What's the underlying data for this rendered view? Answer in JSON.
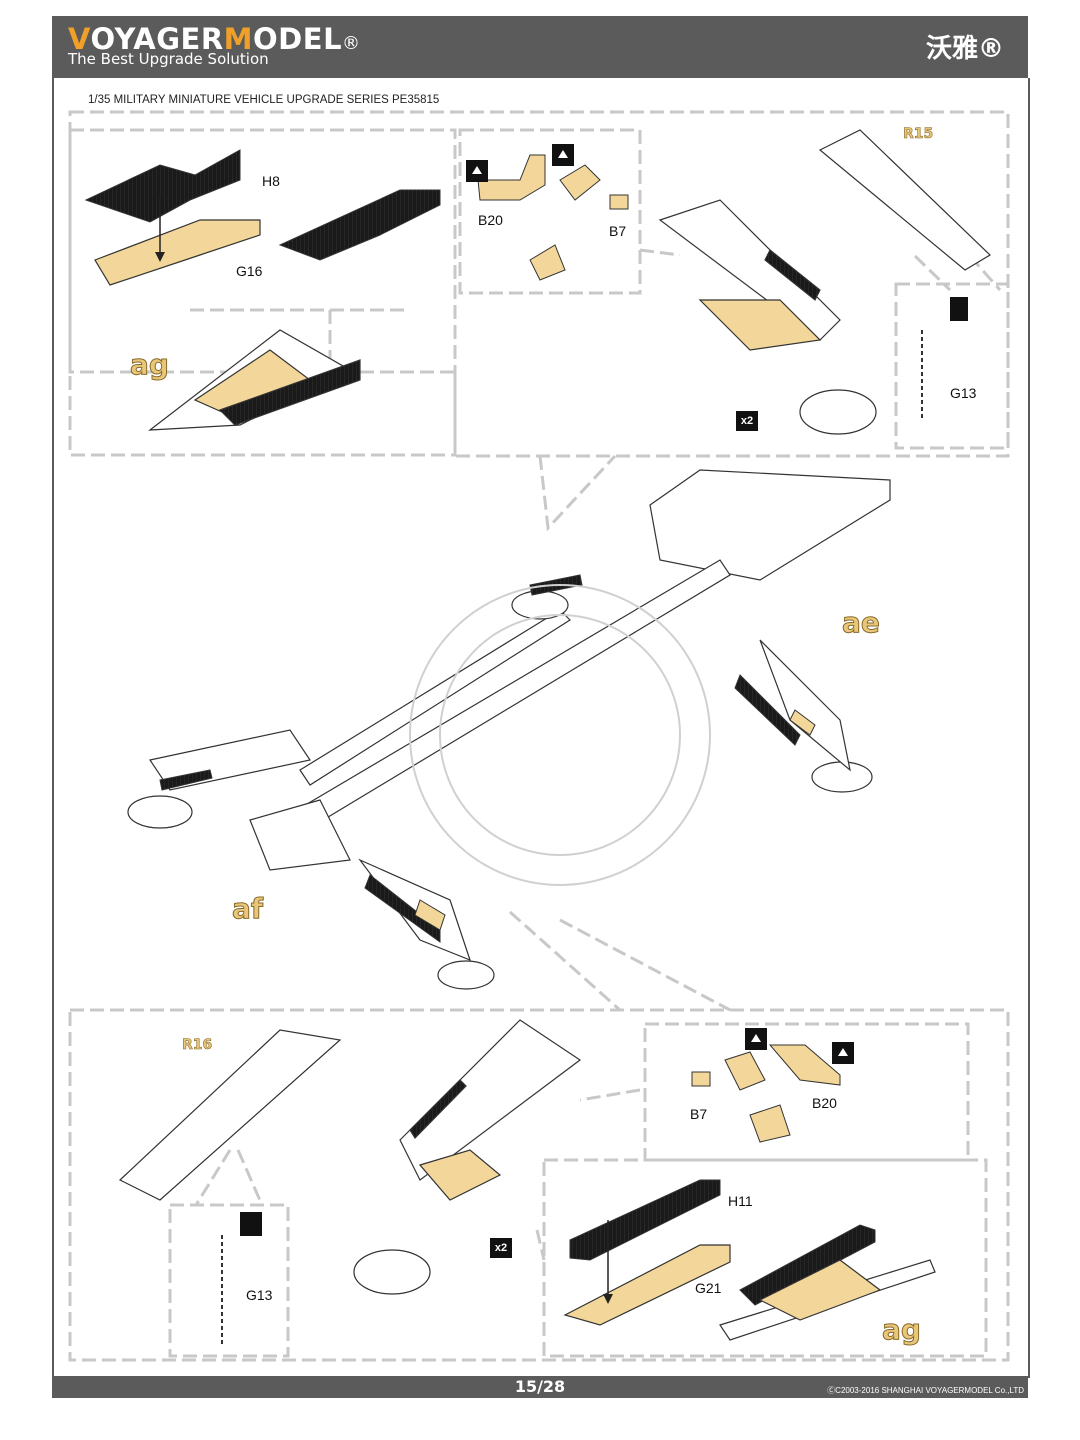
{
  "header": {
    "brand_part1": "V",
    "brand_part2": "OYAGER",
    "brand_part3": "M",
    "brand_part4": "ODEL",
    "brand_reg": "®",
    "tagline": "The Best Upgrade Solution",
    "chinese_brand": "沃雅®",
    "brand_color_hex": "#f0a028",
    "bar_color_hex": "#5b5b5b"
  },
  "series_title": "1/35 MILITARY MINIATURE VEHICLE  UPGRADE SERIES PE35815",
  "parts": {
    "h8": "H8",
    "g16": "G16",
    "ag_top": "ag",
    "b20_top": "B20",
    "b7_top": "B7",
    "r15": "R15",
    "g13_top": "G13",
    "x2_top": "x2",
    "ae": "ae",
    "af": "af",
    "r16": "R16",
    "g13_bottom": "G13",
    "x2_bottom": "x2",
    "b7_bottom": "B7",
    "b20_bottom": "B20",
    "h11": "H11",
    "g21": "G21",
    "ag_bottom": "ag"
  },
  "footer": {
    "page": "15/28",
    "copyright": "ⒸC2003-2016 SHANGHAI VOYAGERMODEL  Co.,LTD"
  }
}
